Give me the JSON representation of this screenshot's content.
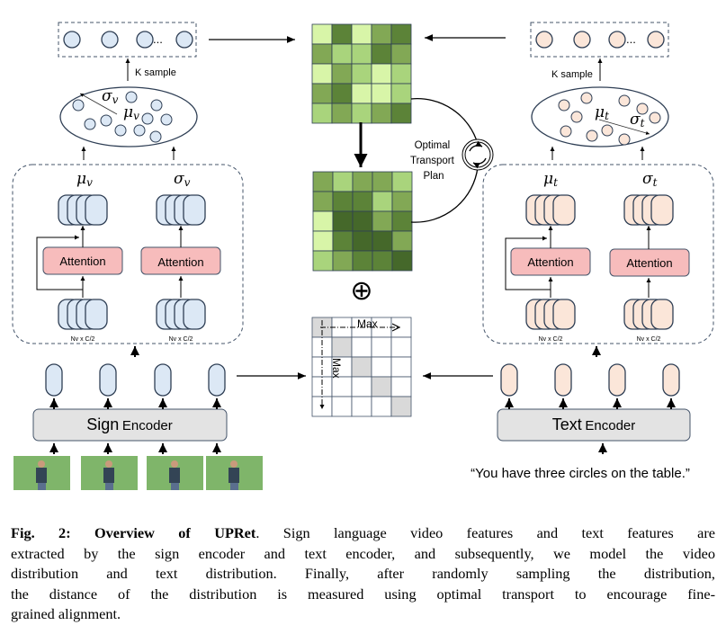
{
  "figure": {
    "k_sample_label": "K sample",
    "ellipsis": "...",
    "sign_side": {
      "mu": "μv",
      "sigma": "σv",
      "mu_label": "μ",
      "mu_sub": "v",
      "sigma_label": "σ",
      "sigma_sub": "v",
      "attention_label": "Attention",
      "dim_label": "Nv x C/2",
      "encoder_label_big": "Sign",
      "encoder_label_small": "Encoder",
      "fill_color": "#dce8f5"
    },
    "text_side": {
      "mu_label": "μ",
      "mu_sub": "t",
      "sigma_label": "σ",
      "sigma_sub": "t",
      "attention_label": "Attention",
      "dim_label": "Nv x C/2",
      "encoder_label_big": "Text",
      "encoder_label_small": "Encoder",
      "input_sentence": "“You have three circles on the table.”",
      "fill_color": "#fbe6d9"
    },
    "attention_color": "#f7bcbc",
    "optimal_transport_label": [
      "Optimal",
      "Transport",
      "Plan"
    ],
    "max_label": "Max",
    "green_palette": [
      "#d8f5a8",
      "#a9d47c",
      "#82a855",
      "#5c8338",
      "#45682a"
    ],
    "similarity_matrix": [
      [
        0,
        3,
        0,
        2,
        3
      ],
      [
        2,
        1,
        1,
        3,
        2
      ],
      [
        0,
        2,
        1,
        0,
        1
      ],
      [
        2,
        3,
        0,
        0,
        1
      ],
      [
        1,
        2,
        1,
        2,
        3
      ]
    ],
    "transport_matrix": [
      [
        2,
        1,
        2,
        2,
        1
      ],
      [
        2,
        3,
        3,
        1,
        2
      ],
      [
        0,
        4,
        4,
        2,
        3
      ],
      [
        0,
        3,
        4,
        4,
        2
      ],
      [
        1,
        2,
        3,
        3,
        4
      ]
    ],
    "plus_symbol": "⊕"
  },
  "caption": {
    "fig_label": "Fig. 2:",
    "title": "Overview of UPRet",
    "lines": [
      ". Sign language video features and text features are",
      "extracted by the sign encoder and text encoder, and subsequently, we model the video",
      "distribution and text distribution. Finally, after randomly sampling the distribution,",
      "the distance of the distribution is measured using optimal transport to encourage fine-",
      "grained alignment."
    ]
  }
}
